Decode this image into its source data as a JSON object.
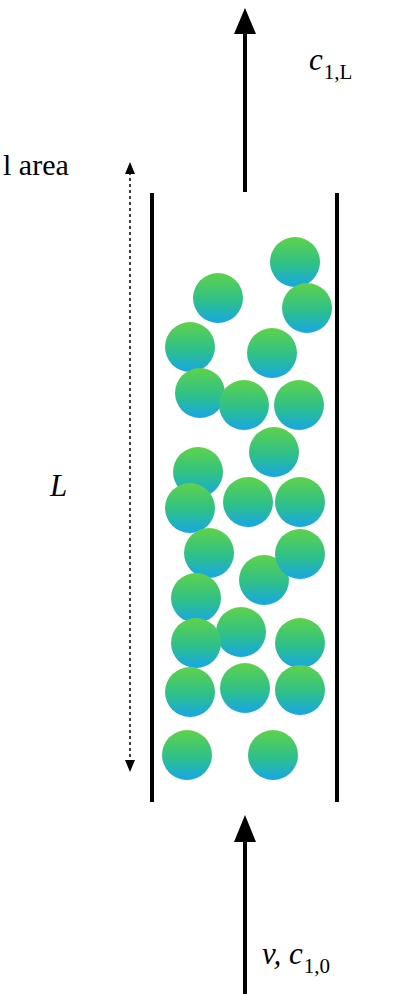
{
  "diagram": {
    "labels": [
      "c",
      "1,L",
      "l area",
      "L",
      "v, c",
      "1,0"
    ]
  }
}
